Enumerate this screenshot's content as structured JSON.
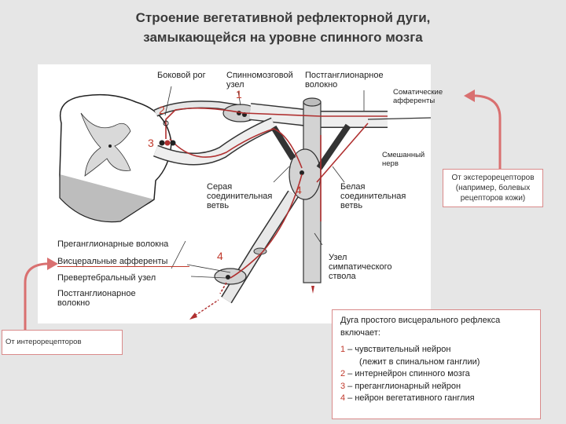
{
  "title_line1": "Строение вегетативной рефлекторной дуги,",
  "title_line2": "замыкающейся на уровне спинного мозга",
  "labels": {
    "lateral_horn": "Боковой рог",
    "spinal_ganglion": "Спинномозговой узел",
    "postganglionic_top": "Постганглионарное волокно",
    "somatic_afferents": "Соматические афференты",
    "mixed_nerve": "Смешанный нерв",
    "gray_branch": "Серая соединительная ветвь",
    "white_branch": "Белая соединительная ветвь",
    "sympathetic_trunk_node": "Узел симпатического ствола",
    "preganglionic_fibers": "Преганглионарные волокна",
    "visceral_afferents": "Висцеральные афференты",
    "prevertebral_node": "Превертебральный узел",
    "postganglionic_bottom": "Постганглионарное волокно"
  },
  "numbers": {
    "n1": "1",
    "n2": "2",
    "n3": "3",
    "n4a": "4",
    "n4b": "4"
  },
  "side_boxes": {
    "exteroceptors": "От экстерорецепторов (например, болевых рецепторов кожи)",
    "interoceptors": "От интерорецепторов"
  },
  "legend": {
    "heading": "Дуга простого висцерального рефлекса включает:",
    "items": [
      {
        "n": "1",
        "text": " – чувствительный нейрон"
      },
      {
        "n": "",
        "text": "(лежит в спинальном ганглии)"
      },
      {
        "n": "2",
        "text": " – интернейрон спинного мозга"
      },
      {
        "n": "3",
        "text": " – преганглионарный нейрон"
      },
      {
        "n": "4",
        "text": " – нейрон вегетативного ганглия"
      }
    ]
  },
  "colors": {
    "accent": "#c0392b",
    "box_border": "#d98a8a",
    "nerve": "#e0a0a0"
  }
}
